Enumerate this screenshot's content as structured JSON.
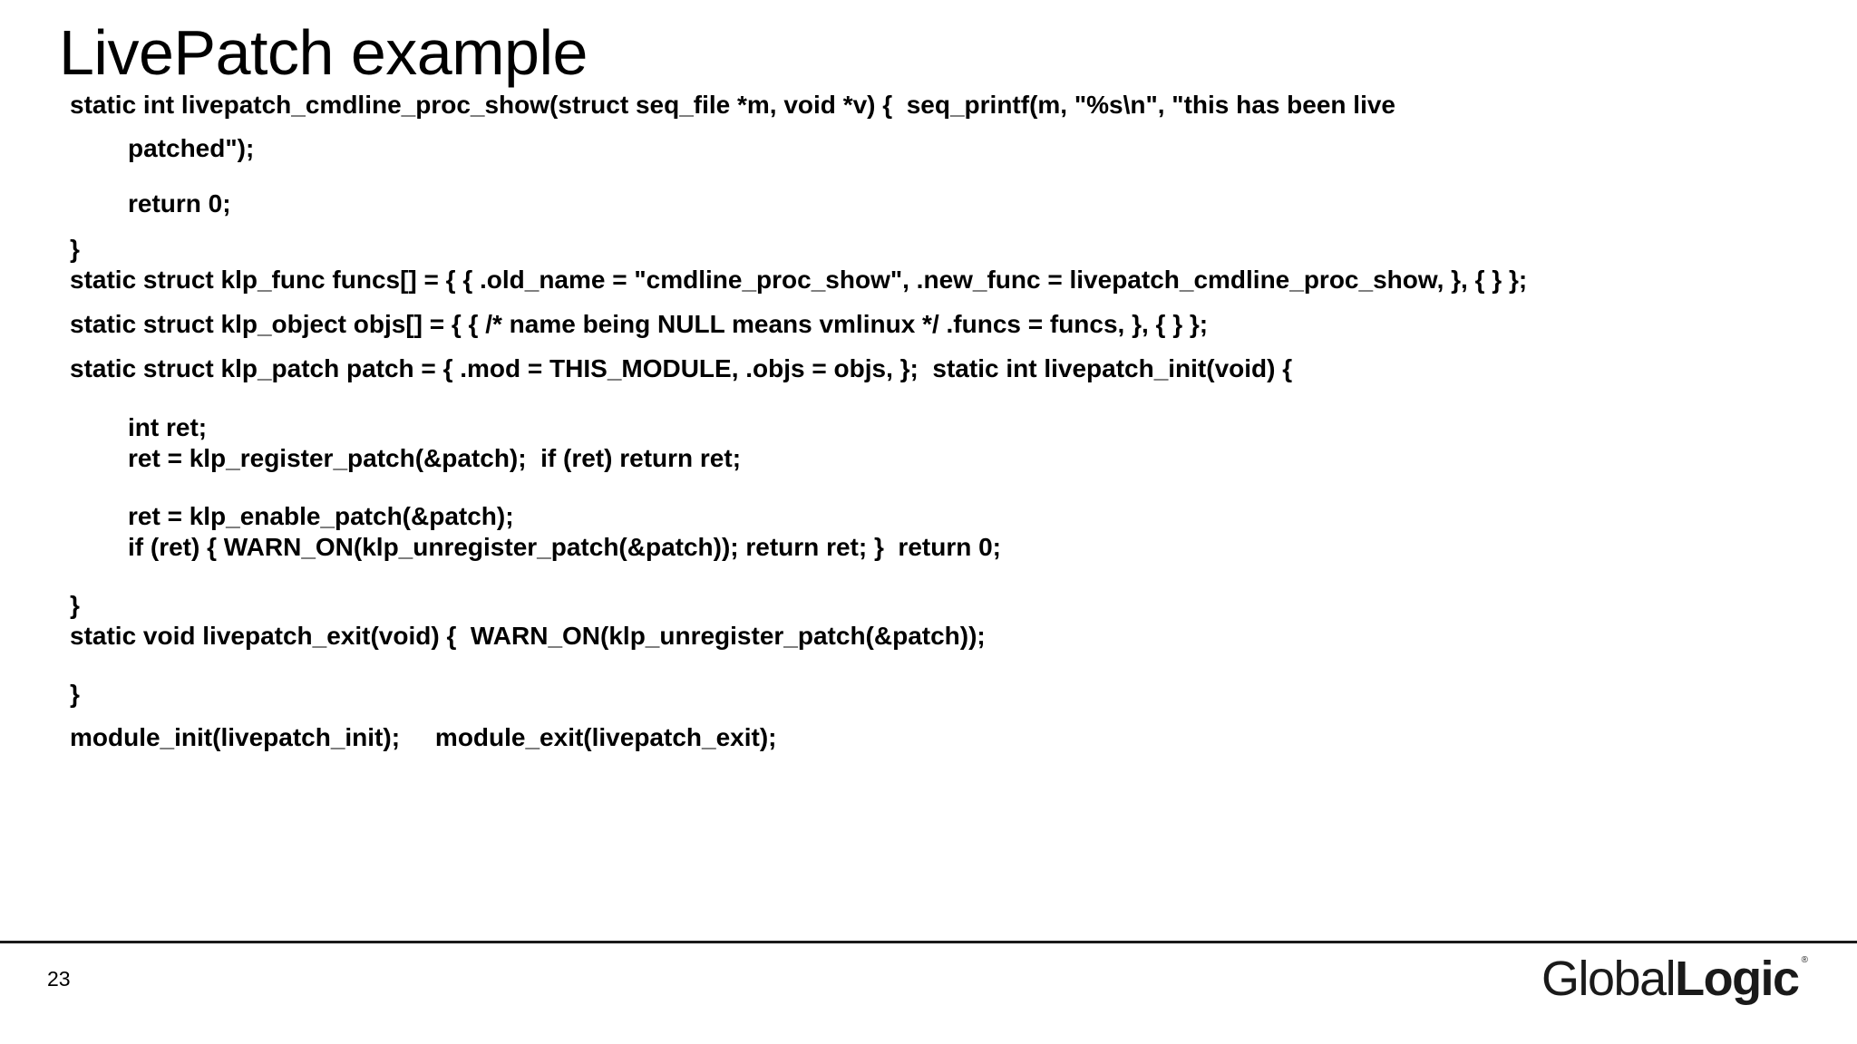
{
  "slide": {
    "title": "LivePatch example",
    "page_number": "23"
  },
  "code": {
    "line1": "static int livepatch_cmdline_proc_show(struct seq_file *m, void *v) {  seq_printf(m, \"%s\\n\", \"this has been live",
    "line2": "patched\");",
    "line3": "return 0;",
    "line4": "}",
    "line5": "static struct klp_func funcs[] = { { .old_name = \"cmdline_proc_show\", .new_func = livepatch_cmdline_proc_show, }, { } };",
    "line6": "static struct klp_object objs[] = { { /* name being NULL means vmlinux */ .funcs = funcs, }, { } };",
    "line7": "static struct klp_patch patch = { .mod = THIS_MODULE, .objs = objs, };  static int livepatch_init(void) {",
    "line8": "int ret;",
    "line9": "ret = klp_register_patch(&patch);  if (ret) return ret;",
    "line10": "ret = klp_enable_patch(&patch);",
    "line11": "if (ret) { WARN_ON(klp_unregister_patch(&patch)); return ret; }  return 0;",
    "line12": "}",
    "line13": "static void livepatch_exit(void) {  WARN_ON(klp_unregister_patch(&patch));",
    "line14": "}",
    "line15": "module_init(livepatch_init);     module_exit(livepatch_exit);"
  },
  "logo": {
    "part_light": "Global",
    "part_bold": "Logic",
    "registered": "®"
  }
}
